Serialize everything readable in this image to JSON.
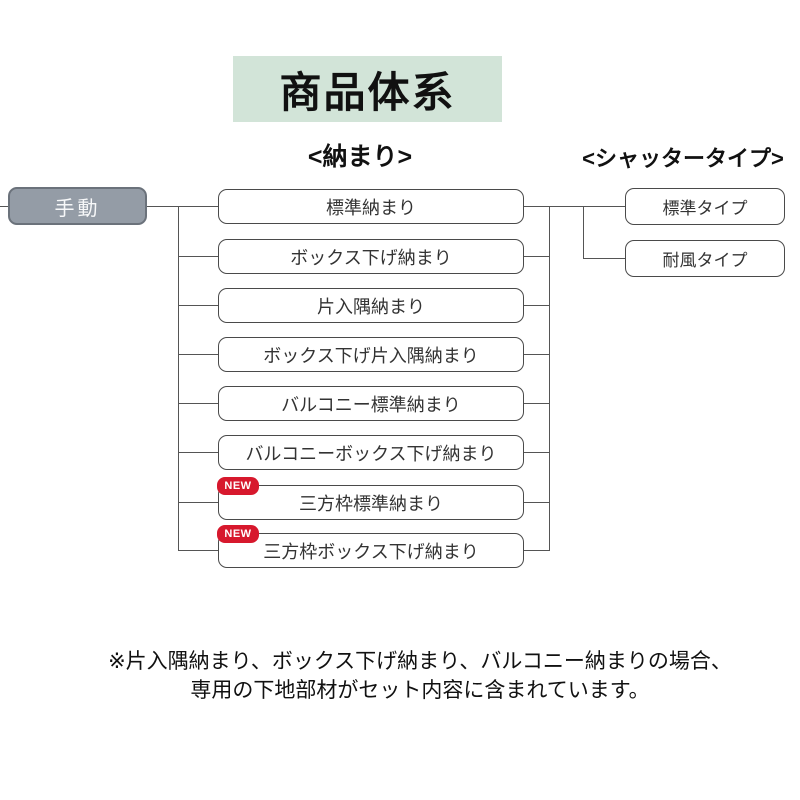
{
  "title": {
    "text": "商品体系",
    "bg_color": "#d2e4d8"
  },
  "columns": {
    "fitting_header": "<納まり>",
    "shutter_header": "<シャッタータイプ>"
  },
  "root_node": {
    "label": "手動",
    "bg_color": "#949ca6",
    "text_color": "#ffffff"
  },
  "badge": {
    "text": "NEW",
    "color": "#d7182d"
  },
  "fittings": [
    {
      "label": "標準納まり",
      "new": false
    },
    {
      "label": "ボックス下げ納まり",
      "new": false
    },
    {
      "label": "片入隅納まり",
      "new": false
    },
    {
      "label": "ボックス下げ片入隅納まり",
      "new": false
    },
    {
      "label": "バルコニー標準納まり",
      "new": false
    },
    {
      "label": "バルコニーボックス下げ納まり",
      "new": false
    },
    {
      "label": "三方枠標準納まり",
      "new": true
    },
    {
      "label": "三方枠ボックス下げ納まり",
      "new": true
    }
  ],
  "shutter_types": [
    {
      "label": "標準タイプ"
    },
    {
      "label": "耐風タイプ"
    }
  ],
  "note": {
    "line1": "※片入隅納まり、ボックス下げ納まり、バルコニー納まりの場合、",
    "line2": "専用の下地部材がセット内容に含まれています。"
  }
}
